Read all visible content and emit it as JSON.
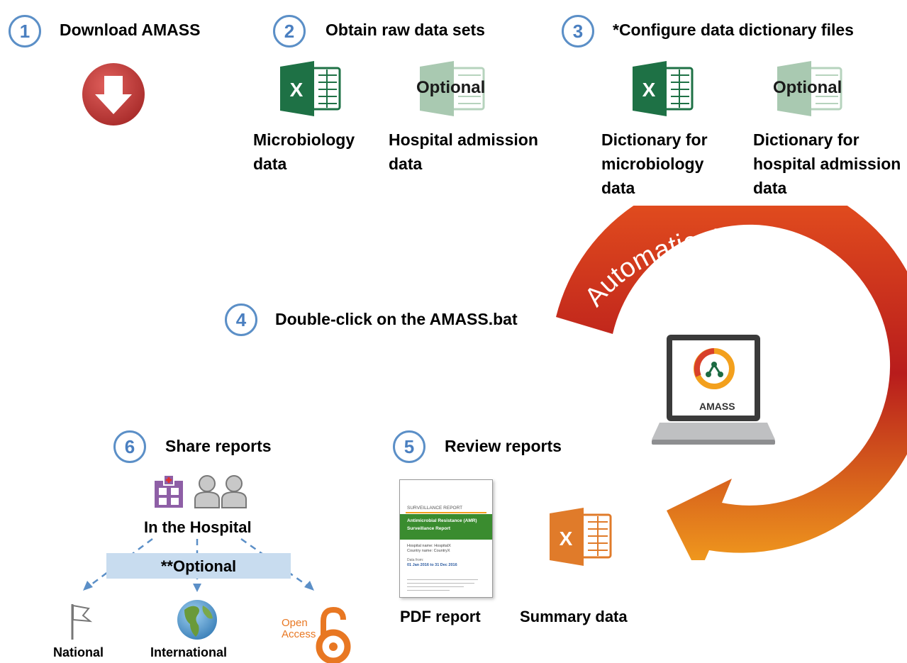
{
  "steps": {
    "s1": {
      "num": "1",
      "title": "Download AMASS"
    },
    "s2": {
      "num": "2",
      "title": "Obtain raw data sets"
    },
    "s3": {
      "num": "3",
      "title": "*Configure data dictionary files"
    },
    "s4": {
      "num": "4",
      "title": "Double-click on the AMASS.bat"
    },
    "s5": {
      "num": "5",
      "title": "Review reports"
    },
    "s6": {
      "num": "6",
      "title": "Share reports"
    }
  },
  "step2": {
    "micro_label": "Microbiology\ndata",
    "hosp_optional": "Optional",
    "hosp_label": "Hospital admission\ndata"
  },
  "step3": {
    "micro_label": "Dictionary for\nmicrobiology\ndata",
    "hosp_optional": "Optional",
    "hosp_label": "Dictionary for\nhospital admission\ndata"
  },
  "arc_text": "Automatically generate reports",
  "laptop": {
    "app_name": "AMASS"
  },
  "step5": {
    "pdf_label": "PDF report",
    "summary_label": "Summary data",
    "pdf": {
      "header": "SURVEILLANCE REPORT",
      "title_line1": "Antimicrobial Resistance (AMR)",
      "title_line2": "Surveillance Report",
      "hospital": "Hospital name:  HospitalX",
      "country": "Country name:  CountryX",
      "data_from": "Data from:",
      "date_range": "01 Jan 2016 to 31 Dec 2016"
    }
  },
  "step6": {
    "hospital_label": "In the Hospital",
    "optional_bar": "**Optional",
    "national": "National",
    "international": "International",
    "open_access_1": "Open",
    "open_access_2": "Access"
  },
  "colors": {
    "step_blue": "#5b8fc7",
    "excel_green": "#1e7145",
    "excel_faded": "#a9c9b1",
    "arrow_red": "#c0392b",
    "arrow_orange": "#f0961e",
    "download_red": "#c8403e",
    "pdf_green": "#3a8c2f",
    "summary_orange": "#e07b2a",
    "hospital_purple": "#8e5fa6",
    "optional_bar": "#c8dcef"
  }
}
